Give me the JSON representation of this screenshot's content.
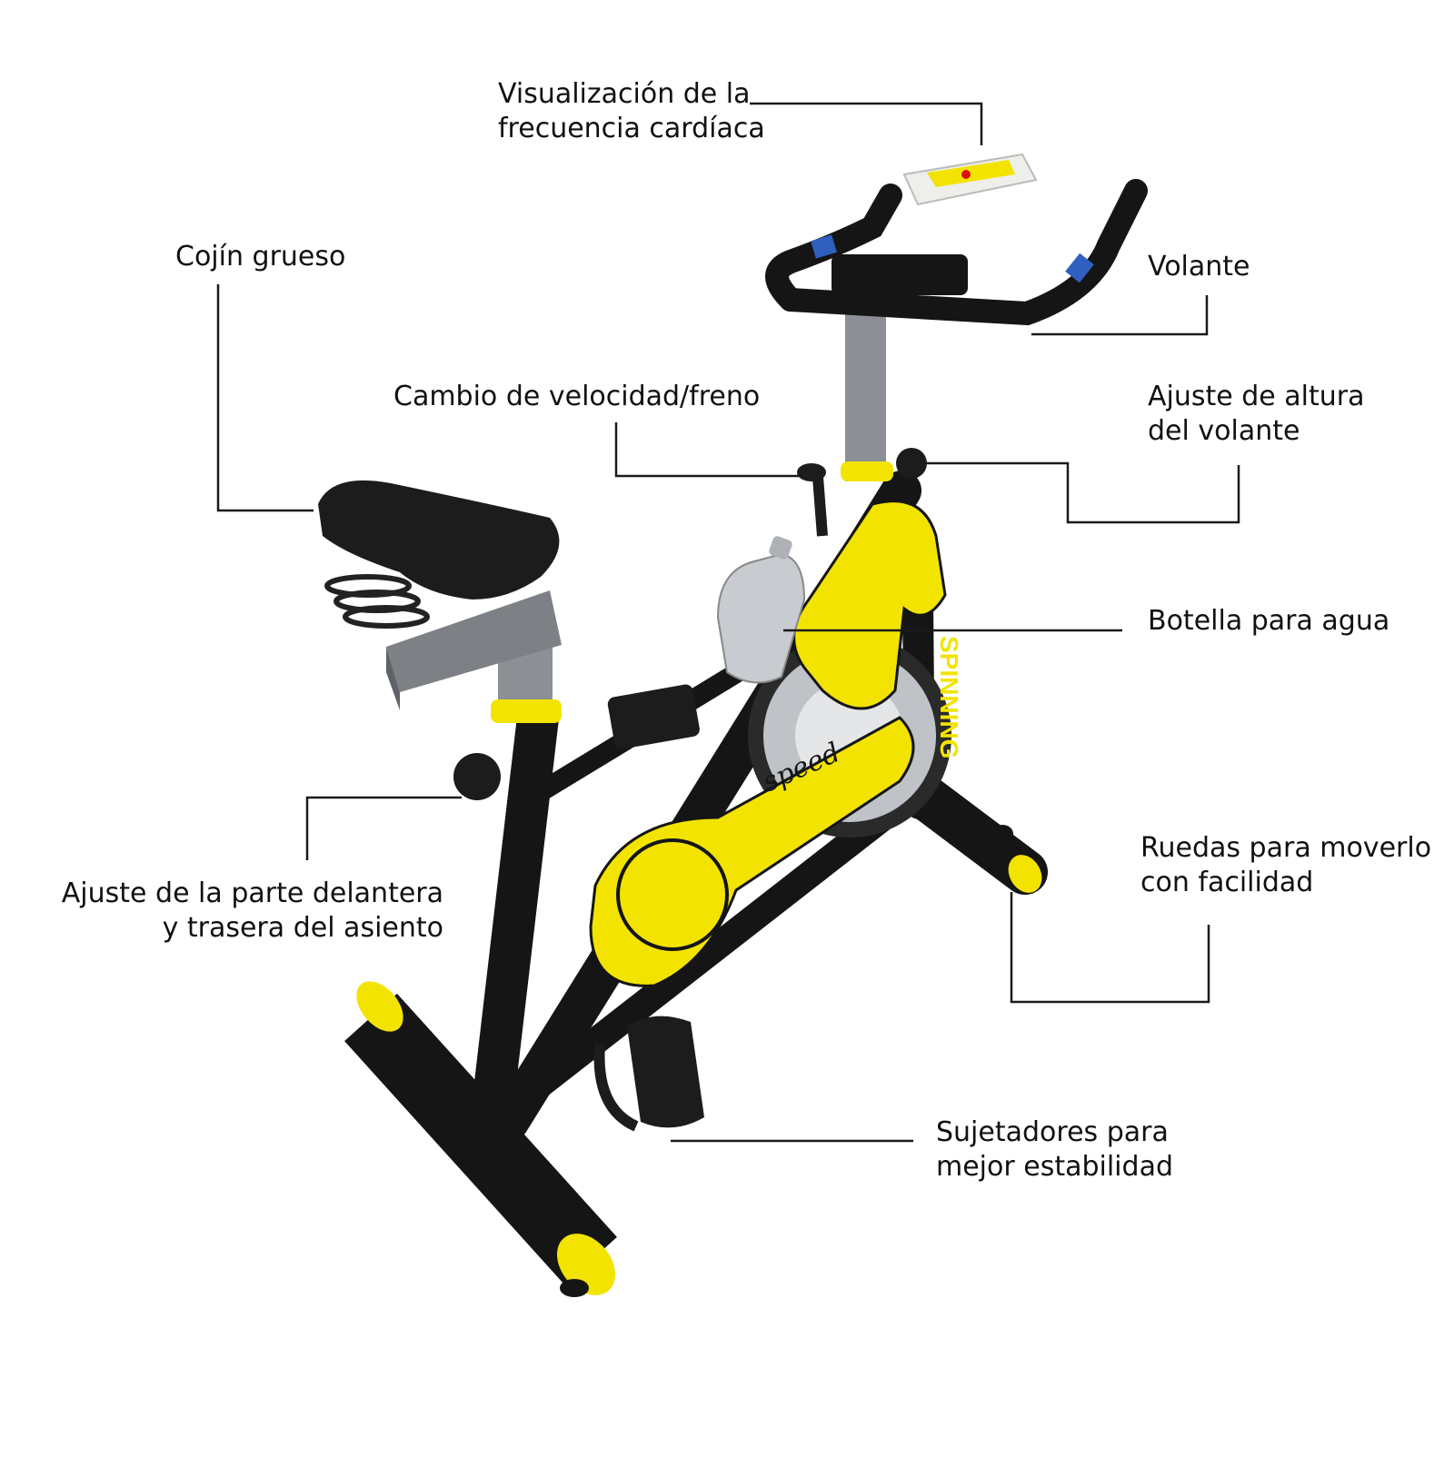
{
  "labels": {
    "display": [
      "Visualización de la",
      "frecuencia cardíaca"
    ],
    "cushion": [
      "Cojín grueso"
    ],
    "handlebar": [
      "Volante"
    ],
    "resistance": [
      "Cambio de velocidad/freno"
    ],
    "handlebar_height": [
      "Ajuste de altura",
      "del volante"
    ],
    "bottle": [
      "Botella para agua"
    ],
    "seat_adjust": [
      "Ajuste de la parte delantera",
      "y trasera del asiento"
    ],
    "wheels": [
      "Ruedas para moverlo",
      "con facilidad"
    ],
    "straps": [
      "Sujetadores para",
      "mejor estabilidad"
    ]
  },
  "bike": {
    "brand_text": "SPINNING",
    "guard_text": "speed"
  },
  "colors": {
    "frame": "#151515",
    "accent": "#f2e400",
    "steel": "#8c8f94",
    "console": "#eeeeea",
    "bottle": "#c8cbd0"
  }
}
